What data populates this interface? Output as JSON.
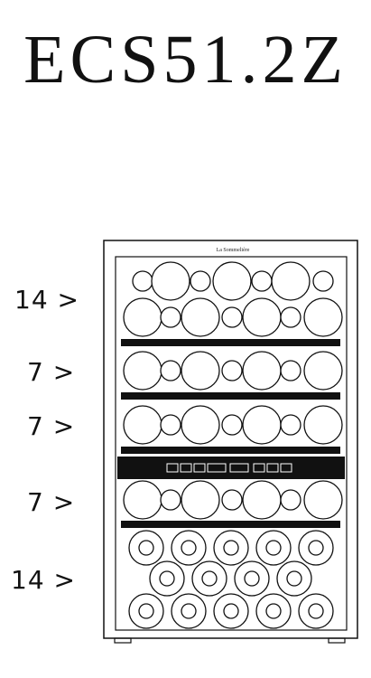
{
  "title": "ECS51.2Z",
  "brand": "La Sommelière",
  "shelves": [
    {
      "label": "14 >"
    },
    {
      "label": "7 >"
    },
    {
      "label": "7 >"
    },
    {
      "label": "7 >"
    },
    {
      "label": "14 >"
    }
  ]
}
